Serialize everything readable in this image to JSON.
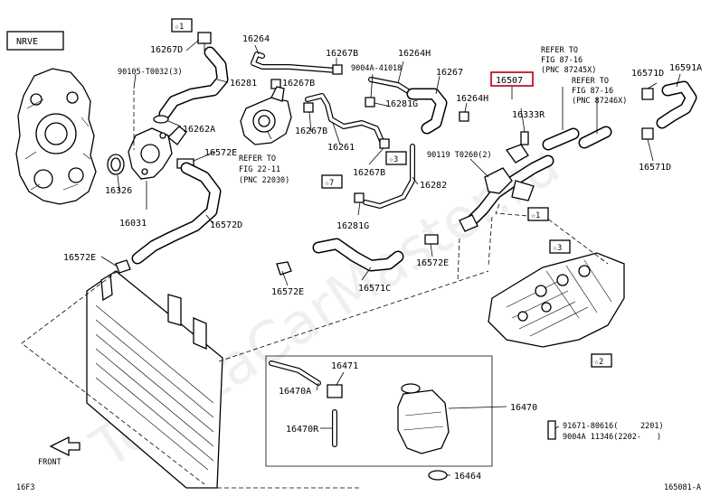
{
  "header_box": "NRVE",
  "watermark": "ToyotaCarMaster.ru",
  "selected_part": "16507",
  "parts": {
    "p16267D": "16267D",
    "p16264": "16264",
    "p16267B_a": "16267B",
    "p16264H_a": "16264H",
    "p16267": "16267",
    "p16571D_a": "16571D",
    "p16591A": "16591A",
    "p90105": "90105-T0032(3)",
    "p16281": "16281",
    "p16267B_b": "16267B",
    "p9004A_41018": "9004A-41018",
    "p16281G_a": "16281G",
    "p16264H_b": "16264H",
    "p16333R": "16333R",
    "p16262A": "16262A",
    "p16267B_c": "16267B",
    "p16261": "16261",
    "p16572E_a": "16572E",
    "p90119": "90119 T0260(2)",
    "p16571D_b": "16571D",
    "p16267B_d": "16267B",
    "p16326": "16326",
    "p16282": "16282",
    "p16031": "16031",
    "p16281G_b": "16281G",
    "p16572D": "16572D",
    "p16572E_b": "16572E",
    "p16572E_c": "16572E",
    "p16572E_d": "16572E",
    "p16571C": "16571C",
    "p16471": "16471",
    "p16470A": "16470A",
    "p16470": "16470",
    "p16470R": "16470R",
    "p91671": "91671-80616(",
    "p91671_range": "2201)",
    "p9004A_11346": "9004A 11346(2202-",
    "p9004A_range": ")",
    "p16464": "16464",
    "page_ref": "16F3",
    "figure_id": "165081-A"
  },
  "references": {
    "fig22": [
      "REFER TO",
      "FIG 22-11",
      "(PNC 22030)"
    ],
    "fig87a": [
      "REFER TO",
      "FIG 87-16",
      "(PNC 87245X)"
    ],
    "fig87b": [
      "REFER TO",
      "FIG 87-16",
      "(PNC 87246X)"
    ]
  },
  "markers": {
    "m1": "☆1",
    "m2": "☆2",
    "m3": "☆3",
    "m3b": "☆3",
    "m7": "☆7",
    "m1b": "☆1"
  },
  "front_label": "FRONT"
}
